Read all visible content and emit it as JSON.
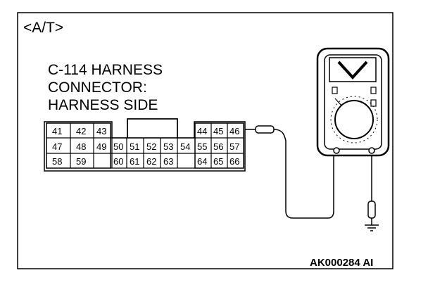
{
  "header": {
    "tag": "<A/T>"
  },
  "connector": {
    "title_lines": [
      "C-114 HARNESS",
      "CONNECTOR:",
      "HARNESS SIDE"
    ],
    "rows": [
      [
        "41",
        "42",
        "43",
        "",
        "",
        "",
        "",
        "",
        "",
        "",
        "44",
        "45",
        "46"
      ],
      [
        "47",
        "48",
        "49",
        "50",
        "51",
        "52",
        "53",
        "54",
        "55",
        "56",
        "57"
      ],
      [
        "58",
        "59",
        "",
        "60",
        "61",
        "62",
        "63",
        "",
        "64",
        "65",
        "66"
      ]
    ]
  },
  "meter": {
    "display": "V"
  },
  "figure_code": "AK000284 AI"
}
